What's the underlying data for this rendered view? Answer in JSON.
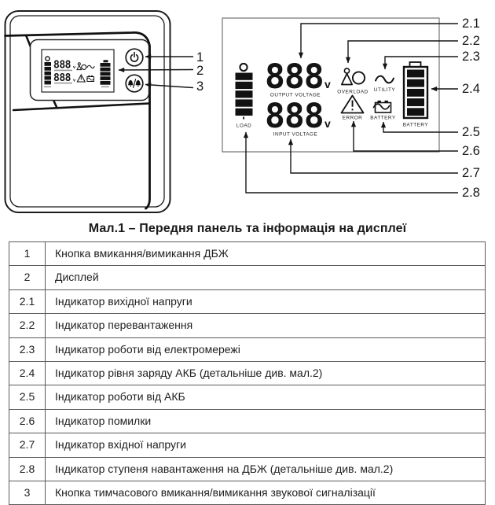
{
  "figure": {
    "caption": "Мал.1 – Передня панель та інформація на дисплеї",
    "front_panel": {
      "callouts": [
        "1",
        "2",
        "3"
      ]
    },
    "display": {
      "output_value": "888",
      "output_unit": "v",
      "output_label": "OUTPUT VOLTAGE",
      "input_value": "888",
      "input_unit": "v",
      "input_label": "INPUT VOLTAGE",
      "load_label": "LOAD",
      "overload_label": "OVERLOAD",
      "utility_label": "UTILITY",
      "error_label": "ERROR",
      "battery_small_label": "BATTERY",
      "battery_gauge_label": "BATTERY",
      "callouts": [
        "2.1",
        "2.2",
        "2.3",
        "2.4",
        "2.5",
        "2.6",
        "2.7",
        "2.8"
      ]
    }
  },
  "table": {
    "rows": [
      {
        "num": "1",
        "desc": "Кнопка вмикання/вимикання ДБЖ"
      },
      {
        "num": "2",
        "desc": "Дисплей"
      },
      {
        "num": "2.1",
        "desc": "Індикатор вихідної напруги"
      },
      {
        "num": "2.2",
        "desc": "Індикатор перевантаження"
      },
      {
        "num": "2.3",
        "desc": "Індикатор роботи від електромережі"
      },
      {
        "num": "2.4",
        "desc": "Індикатор рівня заряду АКБ (детальніше див. мал.2)"
      },
      {
        "num": "2.5",
        "desc": "Індикатор роботи від АКБ"
      },
      {
        "num": "2.6",
        "desc": "Індикатор помилки"
      },
      {
        "num": "2.7",
        "desc": "Індикатор вхідної напруги"
      },
      {
        "num": "2.8",
        "desc": "Індикатор ступеня навантаження на ДБЖ (детальніше див. мал.2)"
      },
      {
        "num": "3",
        "desc": "Кнопка тимчасового вмикання/вимикання звукової сигналізації"
      }
    ]
  }
}
